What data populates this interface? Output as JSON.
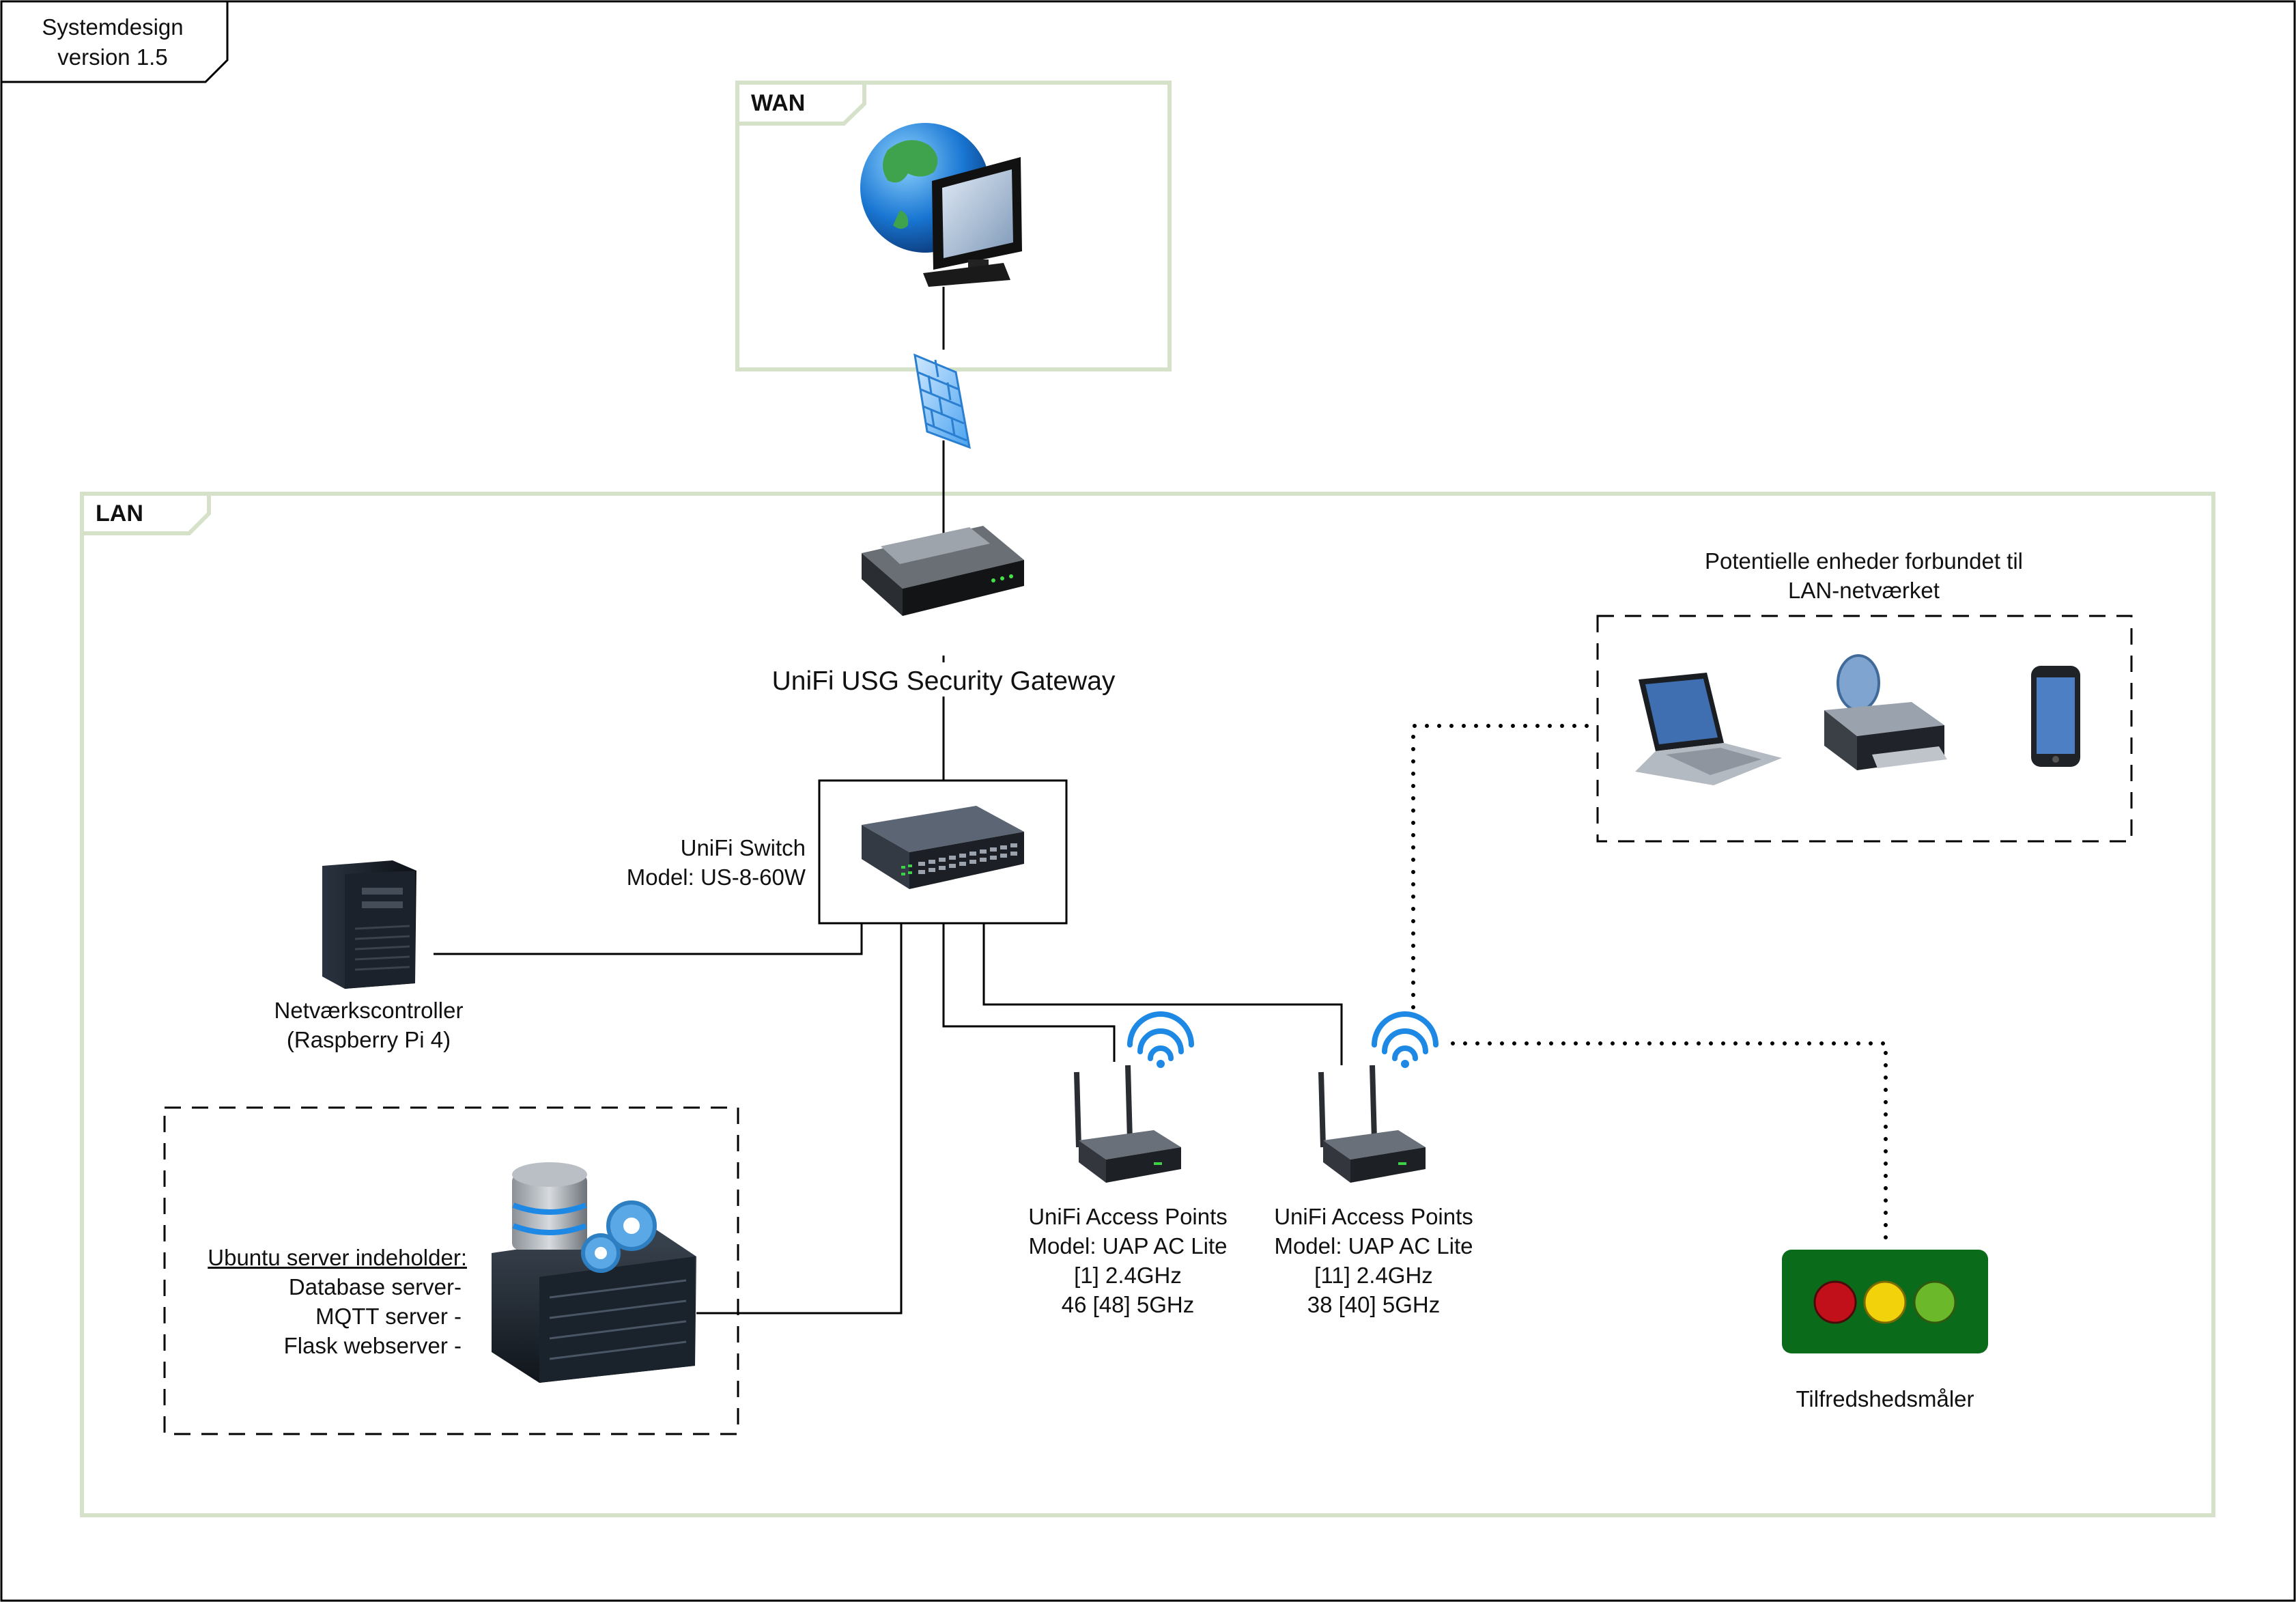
{
  "title_tab": {
    "line1": "Systemdesign",
    "line2": "version 1.5"
  },
  "wan": {
    "label": "WAN"
  },
  "lan": {
    "label": "LAN"
  },
  "gateway": {
    "label": "UniFi USG Security Gateway"
  },
  "switch": {
    "line1": "UniFi Switch",
    "line2": "Model: US-8-60W"
  },
  "controller": {
    "line1": "Netværkscontroller",
    "line2": "(Raspberry Pi 4)"
  },
  "server": {
    "heading": "Ubuntu server indeholder:",
    "items": [
      "Database  server-",
      "MQTT server -",
      "Flask webserver -"
    ]
  },
  "access_points": [
    {
      "line1": "UniFi Access Points",
      "line2": "Model: UAP AC Lite",
      "line3": "[1] 2.4GHz",
      "line4": "46 [48] 5GHz"
    },
    {
      "line1": "UniFi Access Points",
      "line2": "Model: UAP AC Lite",
      "line3": "[11] 2.4GHz",
      "line4": "38 [40] 5GHz"
    }
  ],
  "devices_group": {
    "line1": "Potentielle enheder forbundet til",
    "line2": "LAN-netværket"
  },
  "meter": {
    "label": "Tilfredshedsmåler"
  },
  "colors": {
    "frame_border": "#d5e1c9",
    "wifi_blue": "#1e88e5",
    "meter_body": "#0a6b1a",
    "meter_red": "#c2101b",
    "meter_yellow": "#f2d20a",
    "meter_green": "#6bb82a"
  }
}
